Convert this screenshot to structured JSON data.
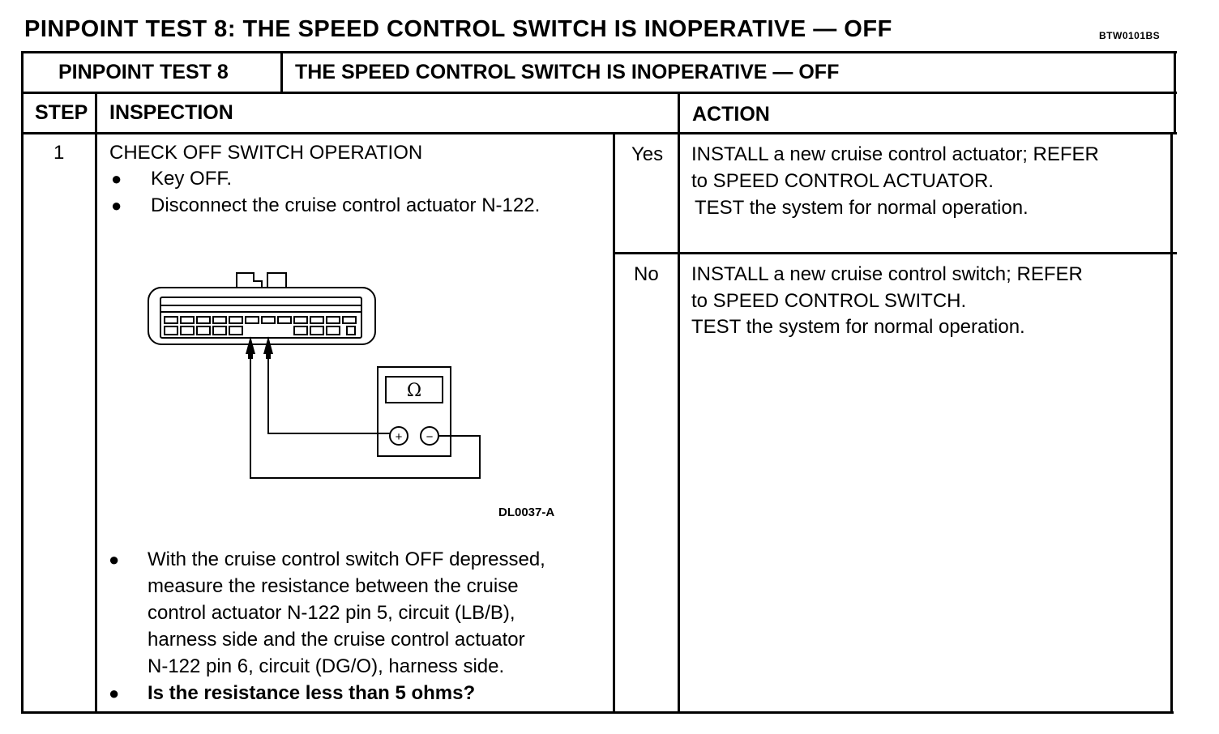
{
  "page": {
    "title": "PINPOINT TEST 8: THE SPEED CONTROL SWITCH IS INOPERATIVE — OFF",
    "code": "BTW0101BS"
  },
  "table": {
    "test_label": "PINPOINT TEST 8",
    "test_title": "THE SPEED CONTROL SWITCH IS INOPERATIVE — OFF",
    "headers": {
      "step": "STEP",
      "inspection": "INSPECTION",
      "action": "ACTION"
    },
    "step_number": "1",
    "inspection": {
      "heading": "CHECK OFF SWITCH OPERATION",
      "bullets_top": [
        "Key OFF.",
        "Disconnect the cruise control actuator N-122."
      ],
      "figure_caption": "DL0037-A",
      "meter_symbol": "Ω",
      "meter_plus": "+",
      "meter_minus": "−",
      "bullet_measure": [
        "With the cruise control switch OFF depressed,",
        "measure the resistance between the cruise",
        "control actuator N-122 pin 5, circuit (LB/B),",
        "harness side and the cruise control actuator",
        "N-122 pin 6, circuit (DG/O), harness side."
      ],
      "question": "Is the resistance less than 5 ohms?"
    },
    "results": [
      {
        "answer": "Yes",
        "action_lines": [
          "INSTALL a new cruise control actuator; REFER",
          "to SPEED CONTROL ACTUATOR.",
          "TEST the system for normal operation."
        ]
      },
      {
        "answer": "No",
        "action_lines": [
          "INSTALL a new cruise control switch; REFER",
          "to SPEED CONTROL SWITCH.",
          "TEST the system for normal operation."
        ]
      }
    ]
  }
}
